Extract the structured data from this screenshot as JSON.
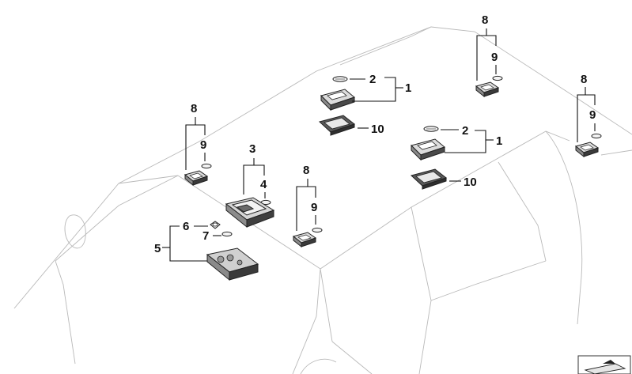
{
  "diagram": {
    "type": "parts-illustration",
    "callouts": [
      "1",
      "2",
      "3",
      "4",
      "5",
      "6",
      "7",
      "8",
      "9",
      "10"
    ],
    "labels": {
      "c1a": "1",
      "c2a": "2",
      "c10a": "10",
      "c1b": "1",
      "c2b": "2",
      "c10b": "10",
      "c3": "3",
      "c4": "4",
      "c5": "5",
      "c6": "6",
      "c7": "7",
      "c8a": "8",
      "c9a": "9",
      "c8b": "8",
      "c9b": "9",
      "c8c": "8",
      "c9c": "9",
      "c8d": "8",
      "c9d": "9"
    },
    "colors": {
      "outline": "#b9b9b9",
      "ink": "#111111",
      "part_fill": "#e6e6e6",
      "part_dark": "#4a4a4a"
    },
    "icons": [
      "interior-light-icon",
      "bulb-icon",
      "reading-light-icon",
      "lens-icon",
      "switch-unit-icon",
      "vanity-light-icon",
      "page-turn-icon"
    ]
  }
}
